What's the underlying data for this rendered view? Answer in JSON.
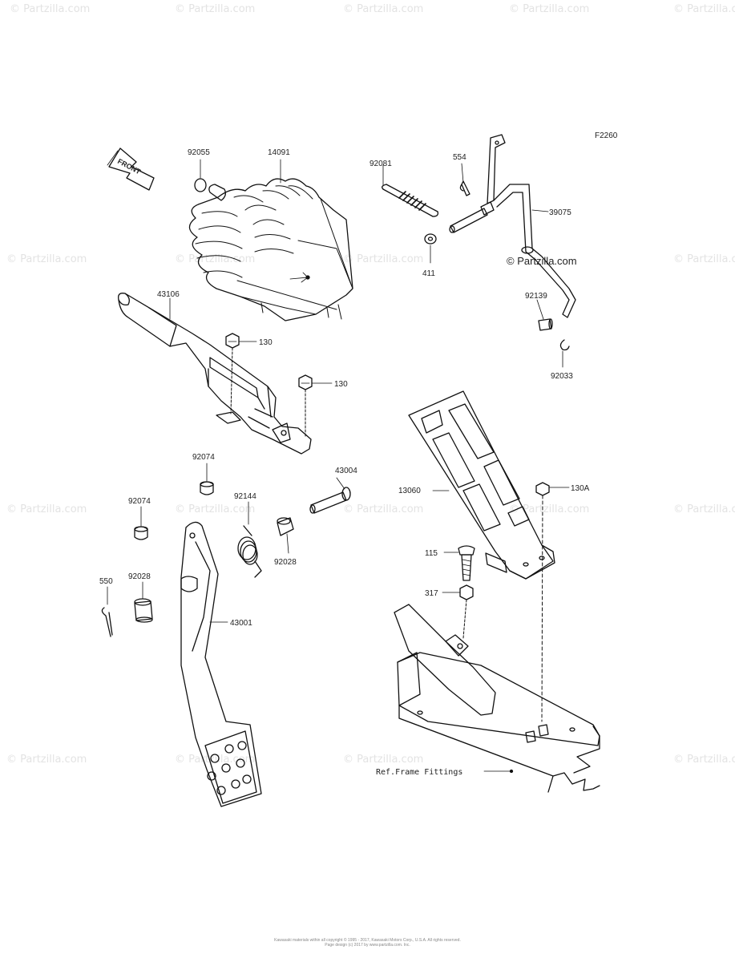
{
  "figure_id": "F2260",
  "front_label": "FRONT",
  "watermark": "© Partzilla.com",
  "reference_label": "Ref.Frame Fittings",
  "part_labels": {
    "p92055": "92055",
    "p14091": "14091",
    "p92081": "92081",
    "p554": "554",
    "p39075": "39075",
    "p411": "411",
    "p92139": "92139",
    "p92033": "92033",
    "p43106": "43106",
    "p130a": "130",
    "p130b": "130",
    "p92074a": "92074",
    "p43004": "43004",
    "p13060": "13060",
    "p130A": "130A",
    "p92074b": "92074",
    "p92144": "92144",
    "p92028a": "92028",
    "p115": "115",
    "p550": "550",
    "p92028b": "92028",
    "p317": "317",
    "p43001": "43001"
  },
  "footer": {
    "line1": "Kawasaki materials within all copyright © 1995 - 2017, Kawasaki Motors Corp., U.S.A. All rights reserved.",
    "line2": "Page design (c) 2017 by www.partzilla.com. Inc."
  }
}
